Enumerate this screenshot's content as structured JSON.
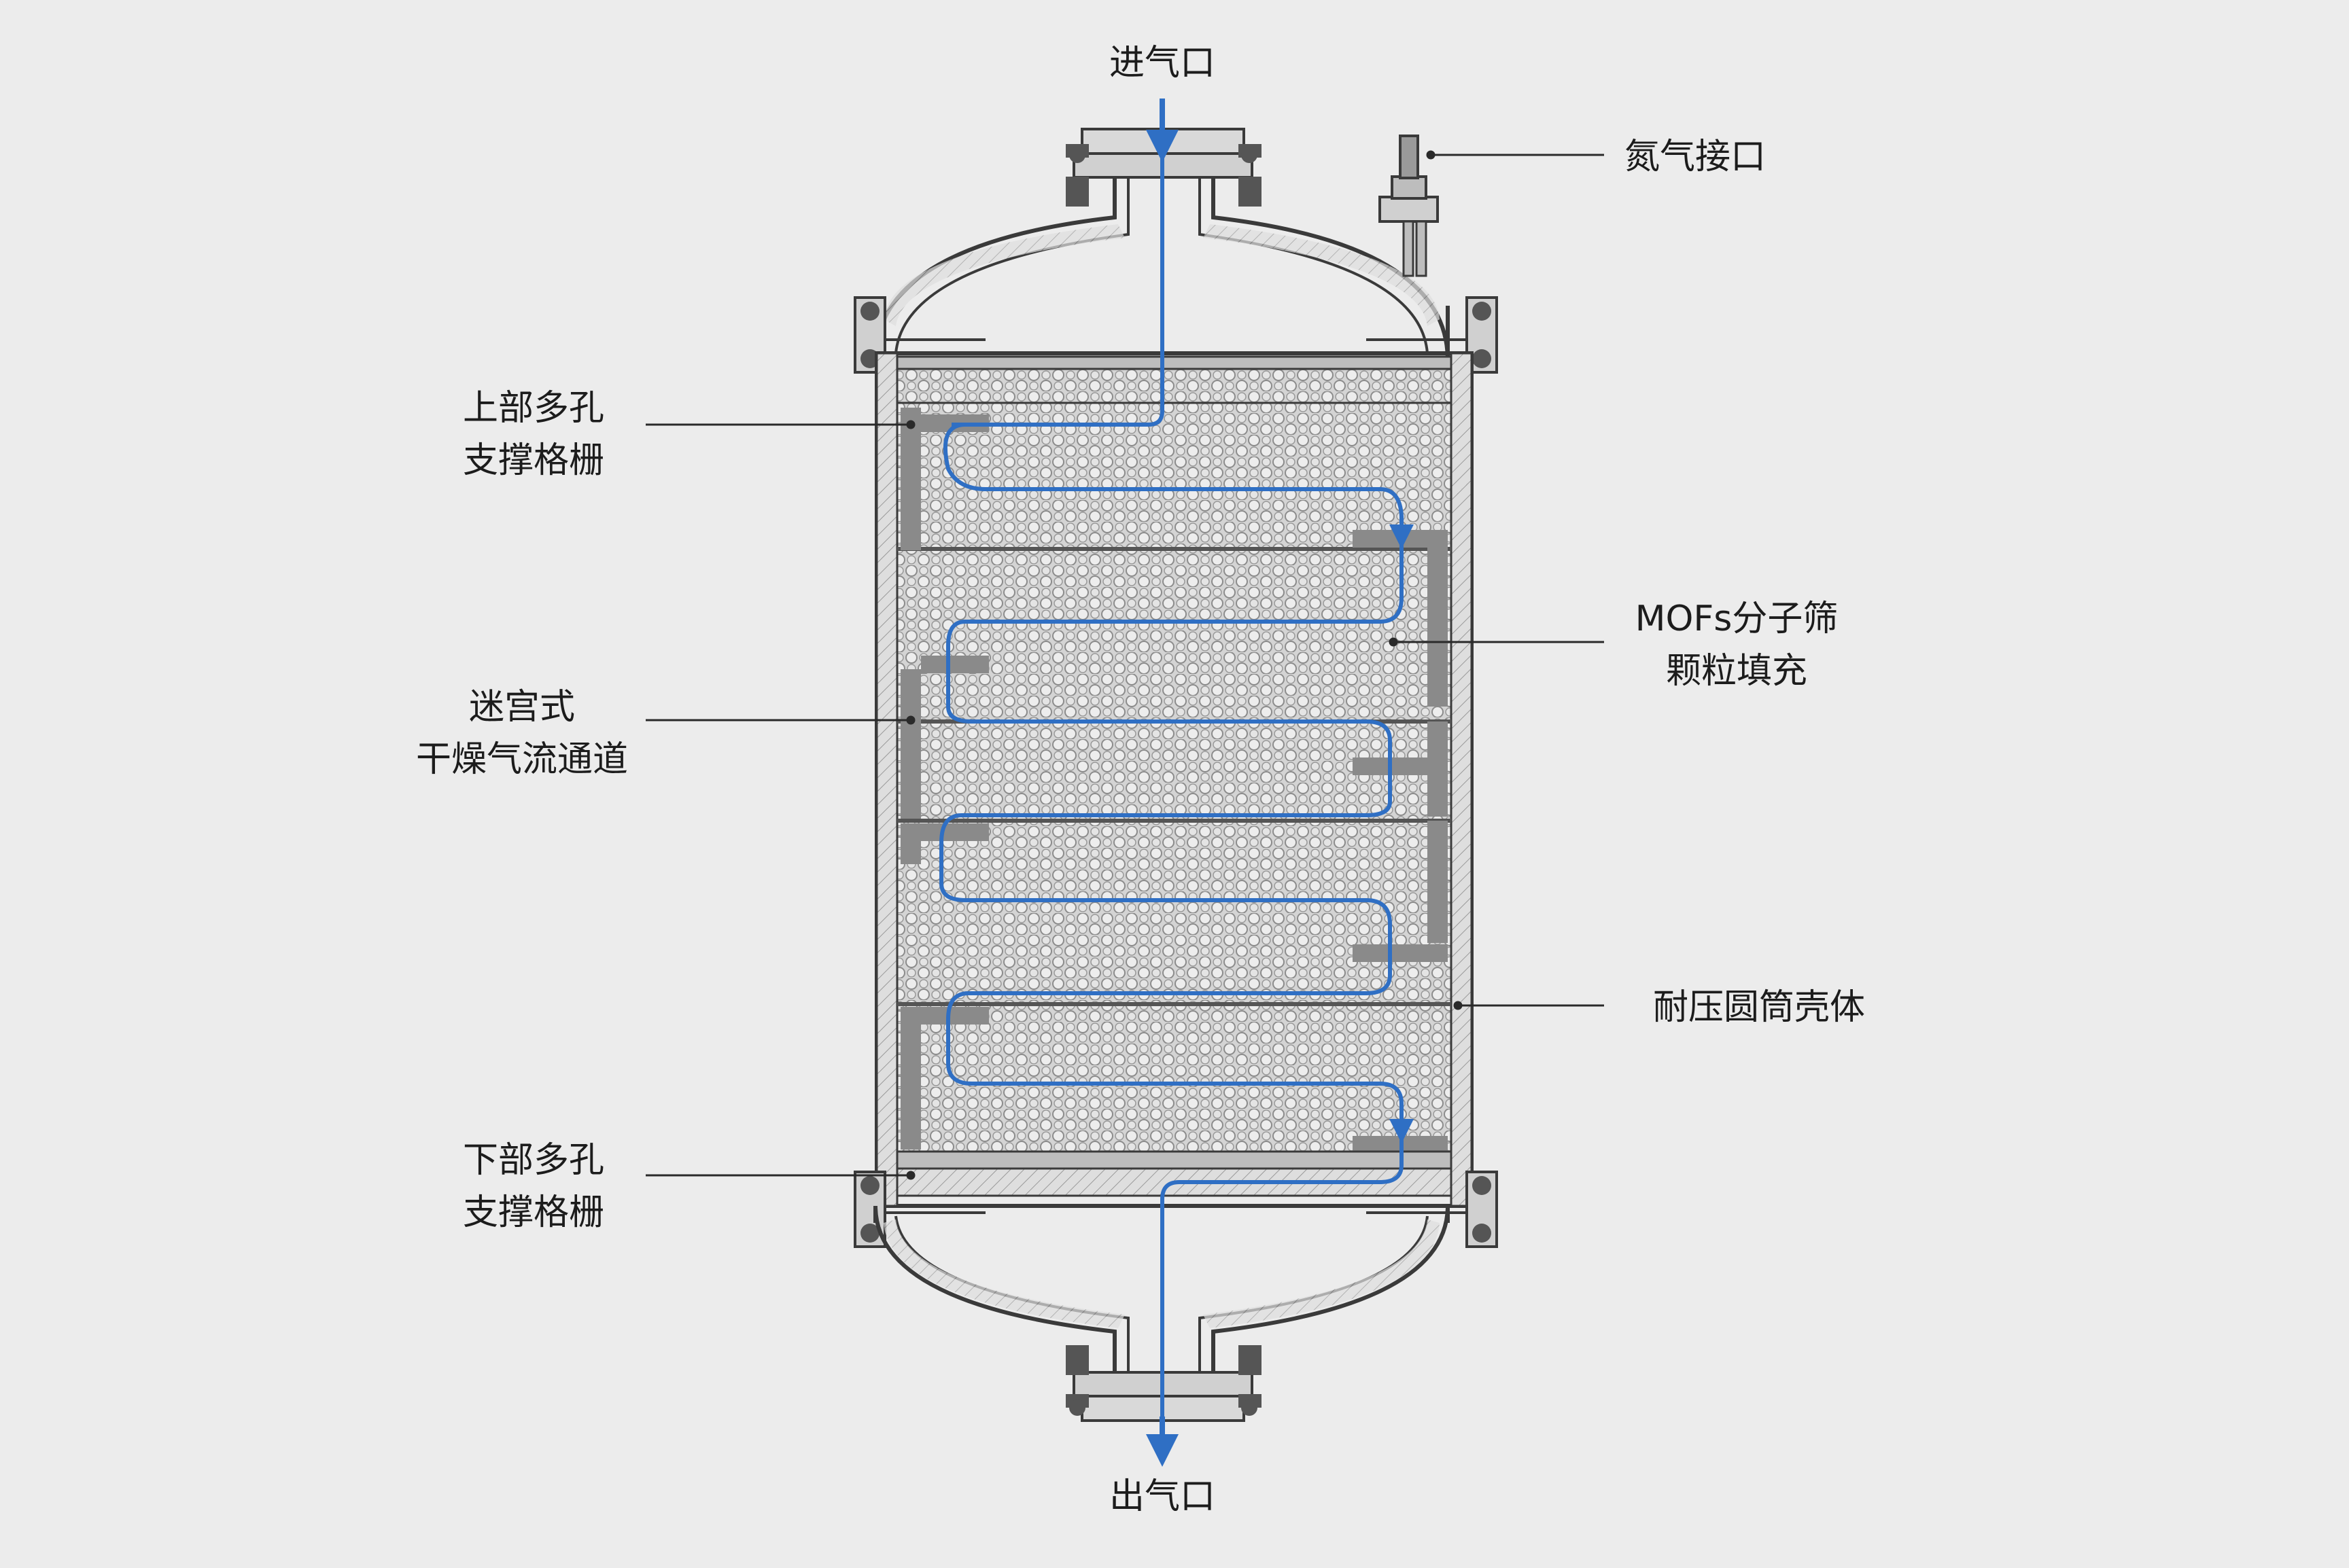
{
  "diagram": {
    "labels": {
      "inlet": "进气口",
      "outlet": "出气口",
      "nitrogen_port": "氮气接口",
      "upper_grid": [
        "上部多孔",
        "支撑格栅"
      ],
      "maze_channel": [
        "迷宫式",
        "干燥气流通道"
      ],
      "lower_grid": [
        "下部多孔",
        "支撑格栅"
      ],
      "mof_filling": [
        "MOFs分子筛",
        "颗粒填充"
      ],
      "shell": "耐压圆筒壳体"
    },
    "colors": {
      "background": "#ececec",
      "line": "#3a3a3a",
      "flow": "#2f6fc4",
      "wall_fill": "#d9d9d9",
      "packing": "#cfcfcf",
      "baffle": "#8a8a8a"
    }
  }
}
